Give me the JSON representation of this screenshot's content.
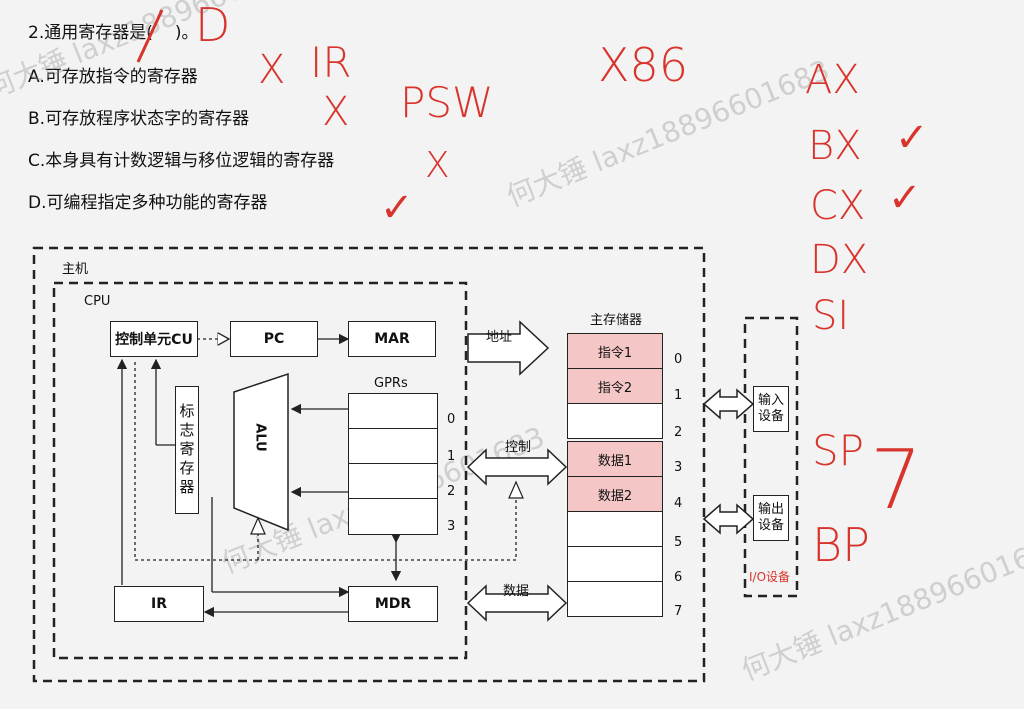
{
  "question": {
    "stem_prefix": "2.通用寄存器是(",
    "stem_suffix": ")。",
    "options": [
      "A.可存放指令的寄存器",
      "B.可存放程序状态字的寄存器",
      "C.本身具有计数逻辑与移位逻辑的寄存器",
      "D.可编程指定多种功能的寄存器"
    ]
  },
  "annotations": {
    "answer": "D",
    "a_mark": "X",
    "a_note": "IR",
    "b_mark": "X",
    "b_note": "PSW",
    "c_mark": "X",
    "d_mark": "✓",
    "x86": "X86",
    "regs": [
      "AX",
      "BX",
      "CX",
      "DX",
      "SI",
      "SP",
      "BP"
    ],
    "bx_check": "✓",
    "cx_check": "✓",
    "seven": "7"
  },
  "watermark": "何大锤 laxz18896601683",
  "diagram": {
    "host_label": "主机",
    "cpu_label": "CPU",
    "cu": "控制单元CU",
    "pc": "PC",
    "mar": "MAR",
    "gprs": "GPRs",
    "gpr_indices": [
      "0",
      "1",
      "2",
      "3"
    ],
    "alu": "ALU",
    "flags": "标志寄存器",
    "ir": "IR",
    "mdr": "MDR",
    "bus_address": "地址",
    "bus_control": "控制",
    "bus_data": "数据",
    "memory_title": "主存储器",
    "memory_cells": [
      "指令1",
      "指令2",
      "",
      "数据1",
      "数据2",
      "",
      "",
      ""
    ],
    "memory_addrs": [
      "0",
      "1",
      "2",
      "3",
      "4",
      "5",
      "6",
      "7"
    ],
    "input_device": "输入设备",
    "output_device": "输出设备",
    "io_label": "I/O设备"
  },
  "colors": {
    "ink": "#d8342c",
    "pink": "#f4c6c6",
    "io_label": "#d8342c"
  }
}
